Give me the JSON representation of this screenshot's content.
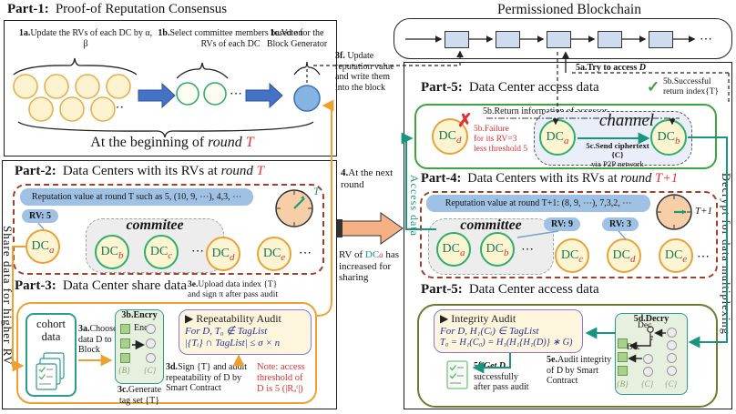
{
  "misc": {
    "dots": "⋯"
  },
  "part1": {
    "title_prefix": "Part-1:",
    "title": "Proof-of Reputation Consensus",
    "a_prefix": "1a.",
    "a_text": "Update the RVs of each DC by α, β",
    "b_prefix": "1b.",
    "b_text": "Select committee members based on RVs of each DC",
    "c_prefix": "1c.",
    "c_text": "Vote for the Block Generator",
    "caption_pre": "At the beginning of ",
    "caption_round": "round ",
    "caption_T": "T"
  },
  "part2": {
    "title_prefix": "Part-2:",
    "title": "Data Centers with its RVs at ",
    "title_round": "round ",
    "title_T": "T",
    "pill": "Reputation value at round T such as 5, (10, 9, ⋯), 4,3, ⋯",
    "rv_pill": "RV: 5",
    "committee": "commitee",
    "clock_label": "T"
  },
  "part3": {
    "title_prefix": "Part-3:",
    "title": "Data Center share data",
    "cohort_l1": "cohort",
    "cohort_l2": "data",
    "a_prefix": "3a.",
    "a_text": "Choose data D to Block",
    "b_title": "3b.Encry",
    "enc": "Enc",
    "lb_B": "{B}",
    "lb_C": "{C}",
    "c_prefix": "3c.",
    "c_l1": "Generate",
    "c_l2": "tag set {T}",
    "d_prefix": "3d.",
    "d_text": "Sign {T} and audit repeatability of D by Smart Contract",
    "e_prefix": "3e.",
    "e_l1": "Upload data index {T}",
    "e_l2": "and sign π after pass audit",
    "audit_title": "▶ Repeatability Audit",
    "audit_l2": "For D,  T₀ ∉ TagList",
    "audit_l3": "|{Tᵢ} ∩ TagList| ≤ σ × n",
    "note_l1": "Note: access",
    "note_l2": "threshold of",
    "note_l3": "D is 5 (|Rₐᵗ|)"
  },
  "labels": {
    "share": "Share data for higher RV",
    "access": "Access data",
    "decrypt": "Decrypt for data multiplexing",
    "f3_prefix": "3f.",
    "f3": "Update reputation value and write them into the block",
    "a5_prefix": "5a.",
    "a5_text": "Try to access ",
    "a5_D": "D"
  },
  "mid": {
    "n4_prefix": "4.",
    "n4": "At the next round",
    "rv_pre": "RV of ",
    "rv_dc": "DC",
    "rv_sub": "a",
    "rv_post": " has increased for sharing"
  },
  "blockchain": {
    "title": "Permissioned Blockchain"
  },
  "part5t": {
    "title_prefix": "Part-5:",
    "title": "Data Center access data",
    "check": "✓",
    "cross": "✗",
    "succ_l1": "5b.Successful",
    "succ_l2": "return index{T}",
    "ret": "5b.Return information of accessor",
    "fail_l1": "5b.Failure",
    "fail_l2": "for its RV=3",
    "fail_l3": "less threshold 5",
    "channel": "channel",
    "c5_l1": "5c.Send ciphertext {C}",
    "c5_l2": "via P2P network"
  },
  "part4": {
    "title_prefix": "Part-4:",
    "title": "Data Centers with its RVs at ",
    "title_round": "round ",
    "title_T": "T+1",
    "pill": "Reputation value at round T+1:  (8, 9, ⋯), 7,3,2, ⋯",
    "rv9": "RV: 9",
    "rv3": "RV: 3",
    "committee": "committee",
    "clock_label": "T+1"
  },
  "part5b": {
    "title_prefix": "Part-5:",
    "title": "Data Center access data",
    "audit_title": "▶ Integrity Audit",
    "audit_l2": "For D,  H₁(Cᵢ) ∈ TagList",
    "audit_l3": "T₀ = H₁(C₀) = H₁(H₁{H₁(D)} ∗ G)",
    "f_prefix": "5f.",
    "f_bold": "Get D",
    "f_l2": "successfully",
    "f_l3": "after pass audit",
    "e_prefix": "5e.",
    "e_text": "Audit integrity of D by Smart Contract",
    "d_title": "5d.Decry",
    "dec": "Dec",
    "lb_B": "{B}",
    "lb_C": "{C}"
  },
  "dcs": {
    "p2": [
      {
        "n": "DC",
        "s": "a"
      },
      {
        "n": "DC",
        "s": "b"
      },
      {
        "n": "DC",
        "s": "c"
      },
      {
        "n": "DC",
        "s": "d"
      },
      {
        "n": "DC",
        "s": "e"
      }
    ],
    "p4": [
      {
        "n": "DC",
        "s": "a"
      },
      {
        "n": "DC",
        "s": "b"
      },
      {
        "n": "DC",
        "s": "c"
      },
      {
        "n": "DC",
        "s": "d"
      },
      {
        "n": "DC",
        "s": "e"
      }
    ],
    "p5": [
      {
        "n": "DC",
        "s": "d"
      },
      {
        "n": "DC",
        "s": "a"
      },
      {
        "n": "DC",
        "s": "b"
      }
    ]
  },
  "colors": {
    "accent_teal": "#17967d",
    "accent_orange": "#f0a030",
    "dc_green_border": "#2eae6e",
    "dc_orange_border": "#e9a23b",
    "pill_blue": "#9fc1e4",
    "red": "#e03131"
  }
}
